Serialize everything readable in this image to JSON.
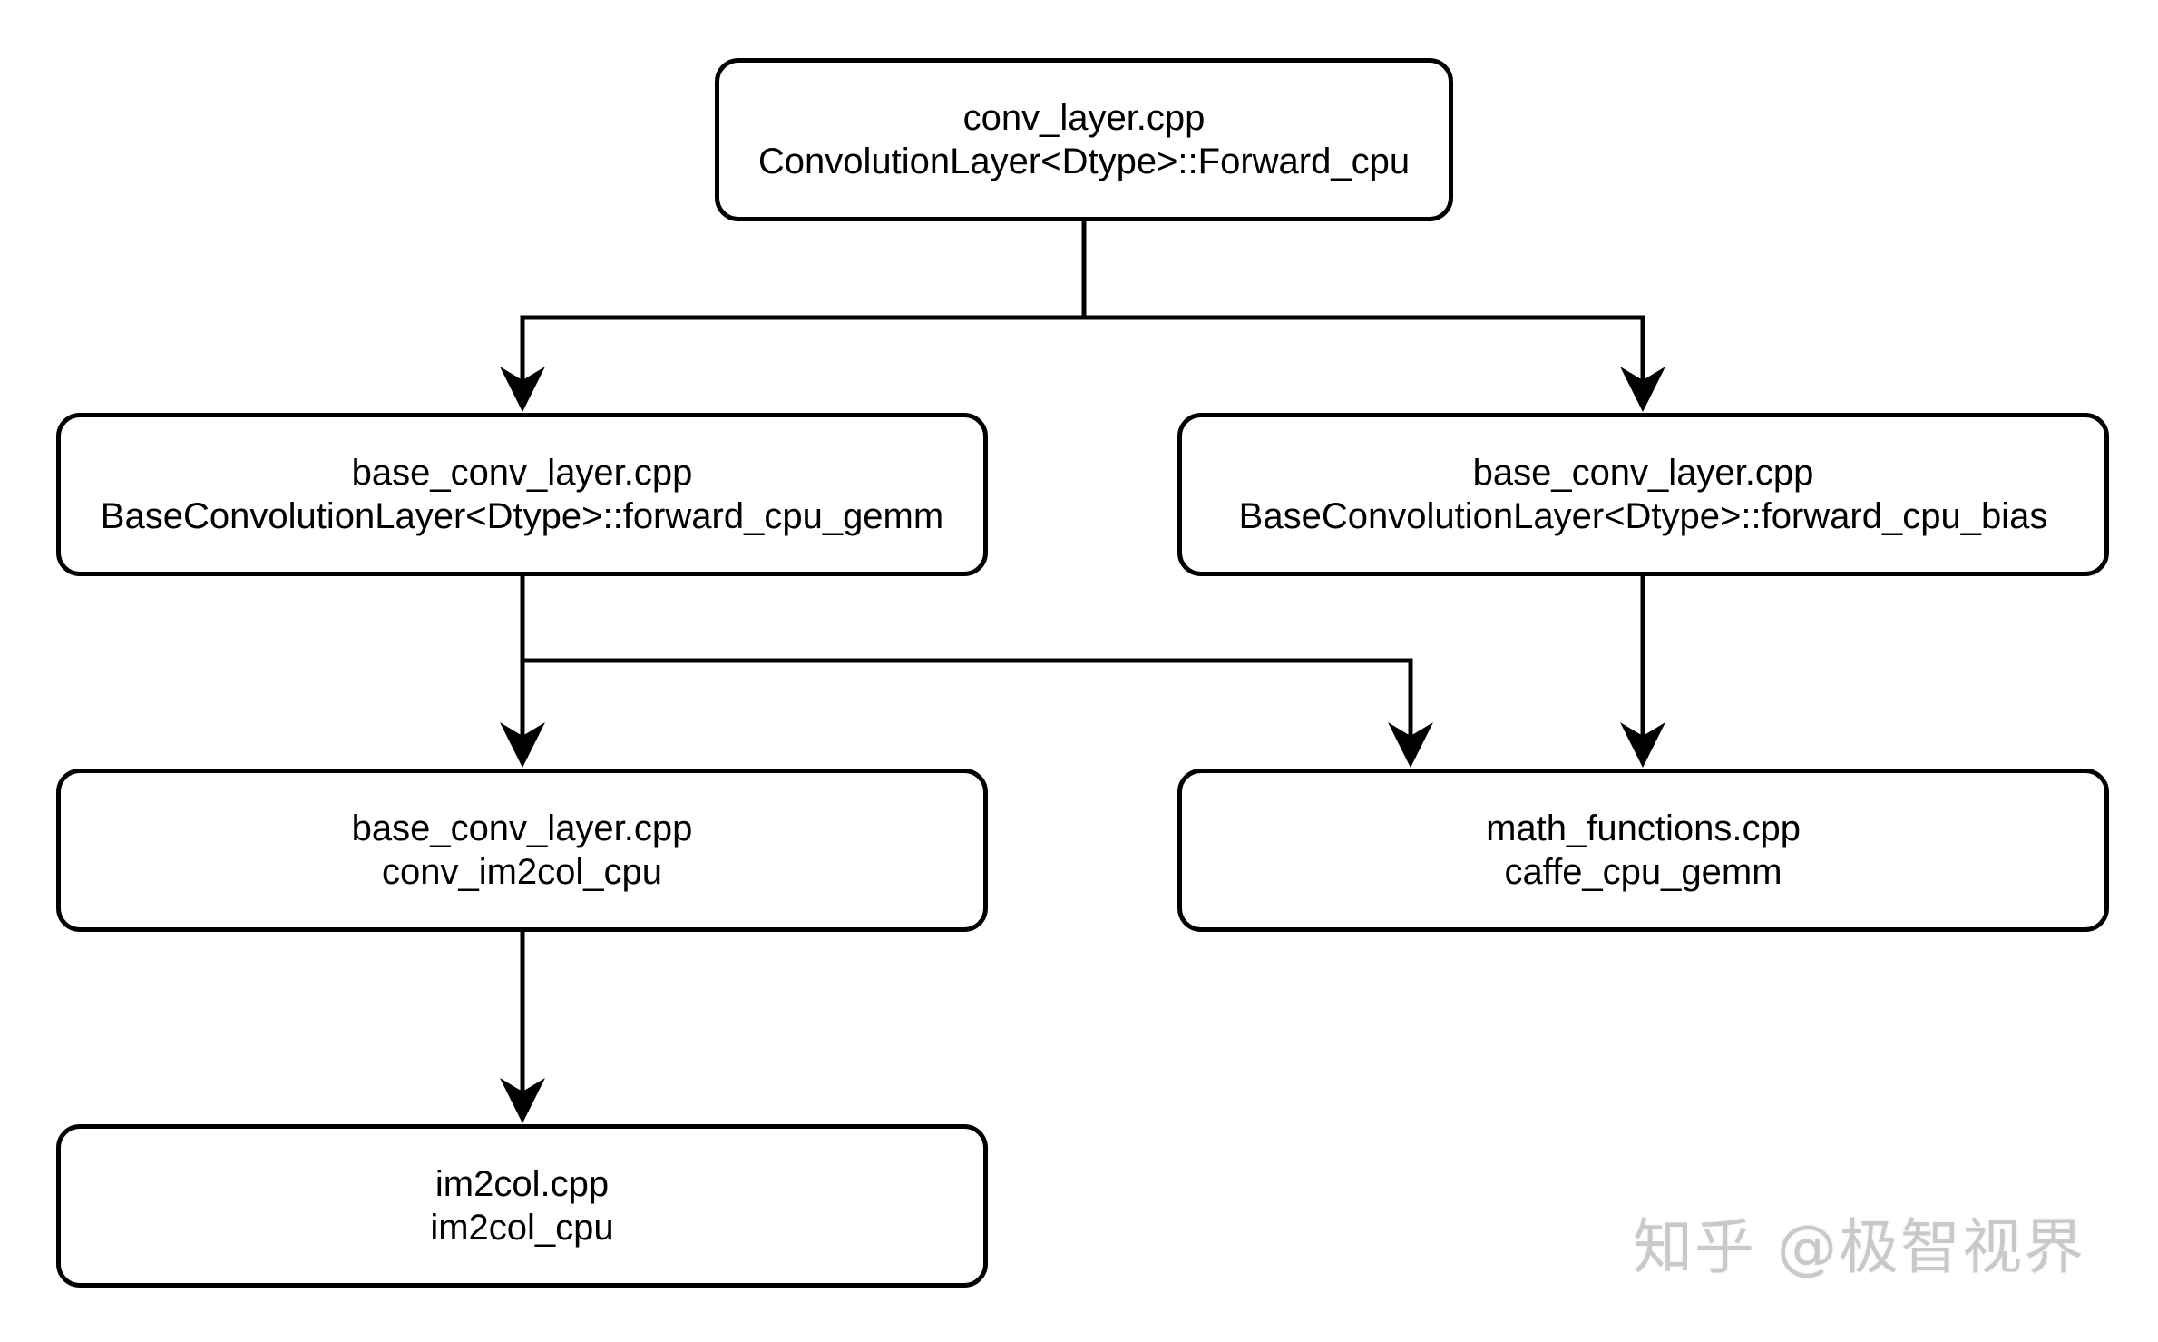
{
  "nodes": {
    "conv_layer_forward": {
      "file": "conv_layer.cpp",
      "function": "ConvolutionLayer<Dtype>::Forward_cpu"
    },
    "forward_cpu_gemm": {
      "file": "base_conv_layer.cpp",
      "function": "BaseConvolutionLayer<Dtype>::forward_cpu_gemm"
    },
    "forward_cpu_bias": {
      "file": "base_conv_layer.cpp",
      "function": "BaseConvolutionLayer<Dtype>::forward_cpu_bias"
    },
    "conv_im2col_cpu": {
      "file": "base_conv_layer.cpp",
      "function": "conv_im2col_cpu"
    },
    "caffe_cpu_gemm": {
      "file": "math_functions.cpp",
      "function": "caffe_cpu_gemm"
    },
    "im2col_cpu": {
      "file": "im2col.cpp",
      "function": "im2col_cpu"
    }
  },
  "edges": [
    {
      "from": "conv_layer_forward",
      "to": "forward_cpu_gemm"
    },
    {
      "from": "conv_layer_forward",
      "to": "forward_cpu_bias"
    },
    {
      "from": "forward_cpu_gemm",
      "to": "conv_im2col_cpu"
    },
    {
      "from": "forward_cpu_gemm",
      "to": "caffe_cpu_gemm"
    },
    {
      "from": "forward_cpu_bias",
      "to": "caffe_cpu_gemm"
    },
    {
      "from": "conv_im2col_cpu",
      "to": "im2col_cpu"
    }
  ],
  "colors": {
    "stroke": "#000000",
    "background": "#ffffff",
    "watermark": "#c9c9c9"
  },
  "watermark": "知乎 @极智视界"
}
